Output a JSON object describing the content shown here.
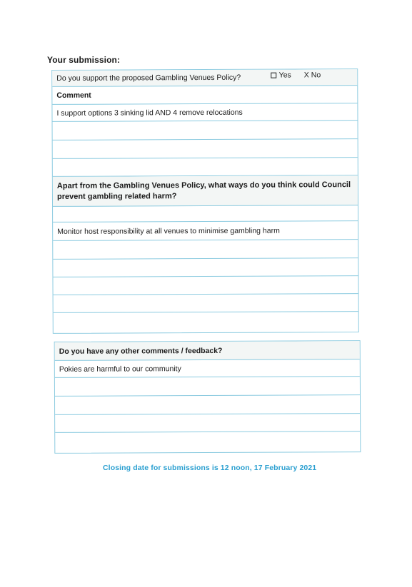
{
  "heading": "Your submission:",
  "section1": {
    "question": "Do you support the proposed Gambling Venues Policy?",
    "yes_label": "Yes",
    "no_mark": "X",
    "no_label": "No",
    "comment_label": "Comment",
    "comment_text": "I support options 3 sinking lid  AND 4 remove relocations",
    "harm_question_line1": "Apart from the Gambling Venues Policy, what ways do you think could Council",
    "harm_question_line2": "prevent gambling related harm?",
    "harm_answer": "Monitor host responsibility at all venues to minimise gambling harm"
  },
  "section2": {
    "question": "Do you have any other comments / feedback?",
    "answer": "Pokies are harmful to our community"
  },
  "closing_note": "Closing date for submissions is 12 noon, 17 February 2021",
  "colors": {
    "border": "#8ccbe0",
    "closing_text": "#2a9fd0"
  }
}
